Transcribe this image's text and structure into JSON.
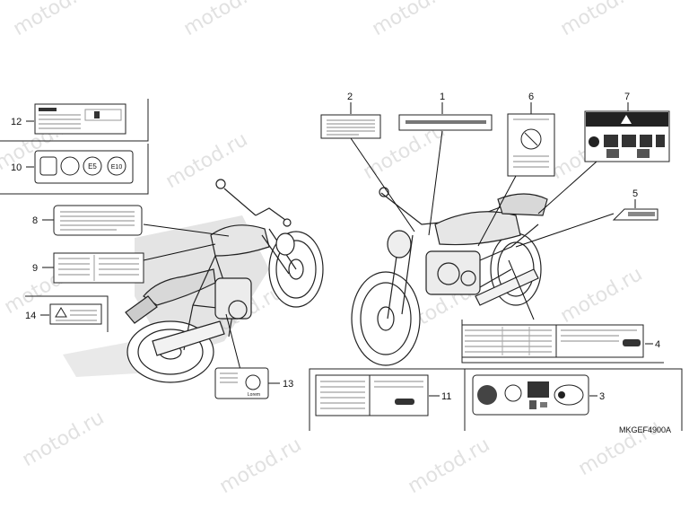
{
  "watermark": "motod.ru",
  "diagram_code": "MKGEF4900A",
  "callouts": [
    "1",
    "2",
    "3",
    "4",
    "5",
    "6",
    "7",
    "8",
    "9",
    "10",
    "11",
    "12",
    "13",
    "14"
  ],
  "label_texts": {
    "e5": "E5",
    "e10": "E10",
    "lorem": "Lorem"
  }
}
